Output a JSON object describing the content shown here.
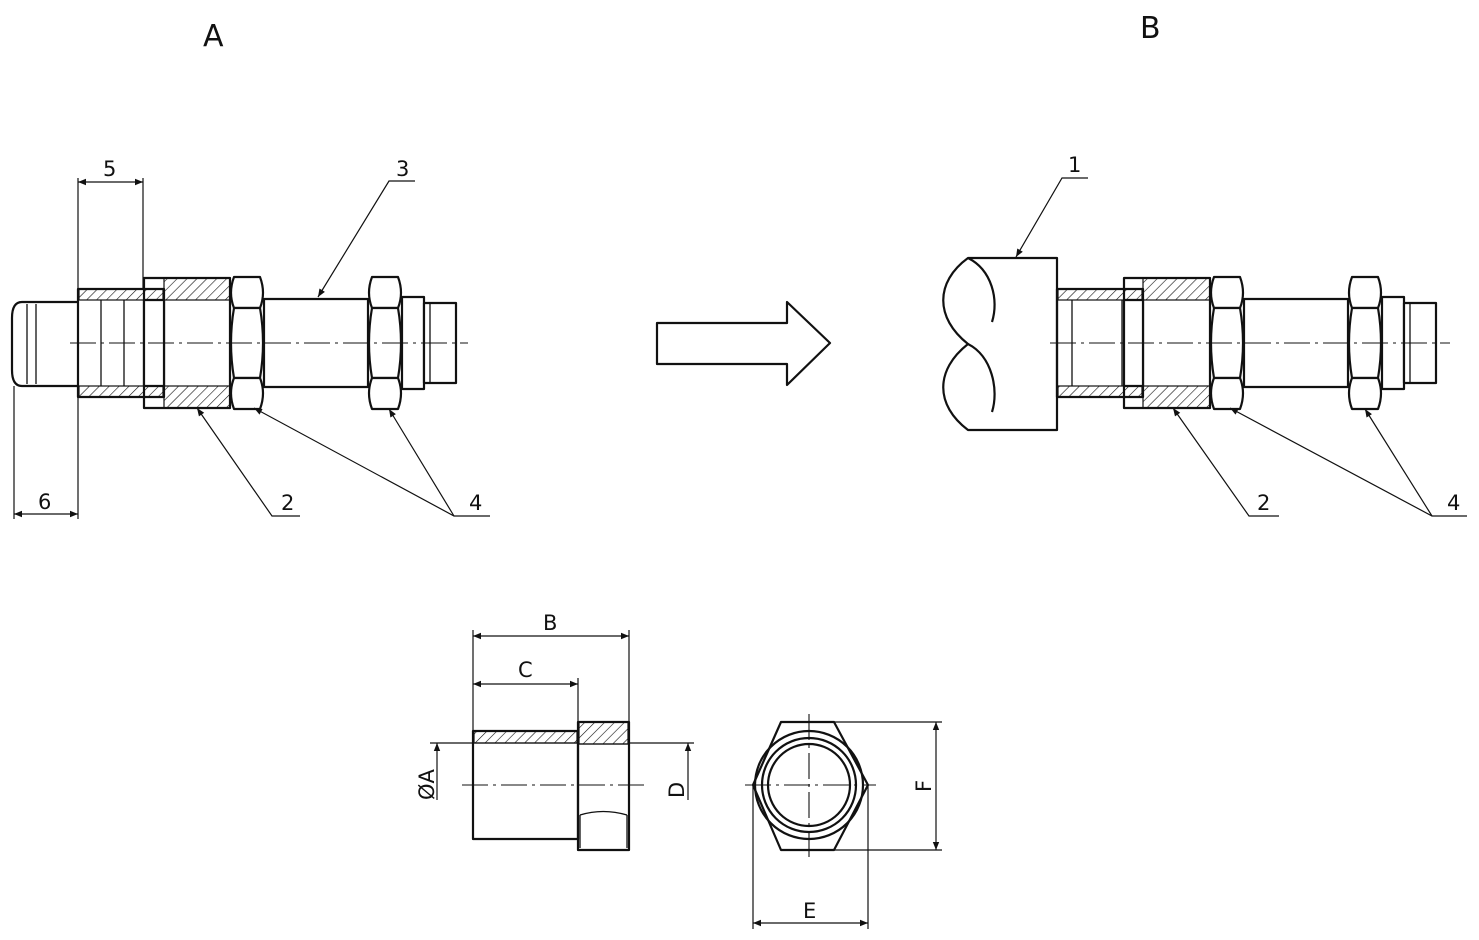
{
  "views": {
    "a_title": "A",
    "b_title": "B"
  },
  "callouts_a": {
    "c5": "5",
    "c3": "3",
    "c6": "6",
    "c2": "2",
    "c4": "4"
  },
  "callouts_b": {
    "c1": "1",
    "c2": "2",
    "c4": "4"
  },
  "dimensions": {
    "B": "B",
    "C": "C",
    "phiA": "ØA",
    "D": "D",
    "E": "E",
    "F": "F"
  },
  "colors": {
    "line": "#111111",
    "background": "#ffffff"
  }
}
